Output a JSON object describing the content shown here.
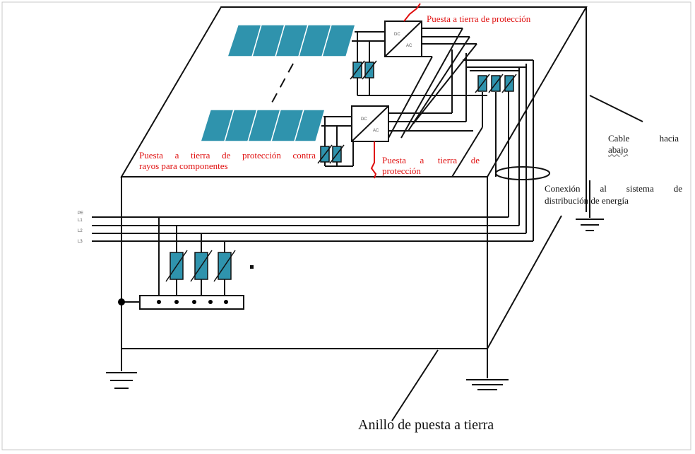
{
  "labels": {
    "protection_ground_top": "Puesta a tierra de protección",
    "lightning_ground_components": "Puesta a tierra de protección contra rayos para componentes",
    "lightning_line1": "Puesta a tierra de protección contra",
    "lightning_line2": "rayos para componentes",
    "protection_ground_bottom_1": "Puesta a tierra de",
    "protection_ground_bottom_2": "protección",
    "cable_down_1": "Cable hacia",
    "cable_down_2": "abajo",
    "connection_1": "Conexión al sistema de",
    "connection_2": "distribución de energía",
    "ground_ring": "Anillo de puesta a tierra",
    "bus_pe": "PE",
    "bus_l1": "L1",
    "bus_l2": "L2",
    "bus_l3": "L3",
    "inverter_dc": "DC",
    "inverter_ac": "AC"
  },
  "colors": {
    "panel": "#2f93ad",
    "annotation": "#e01010",
    "line": "#111111"
  }
}
